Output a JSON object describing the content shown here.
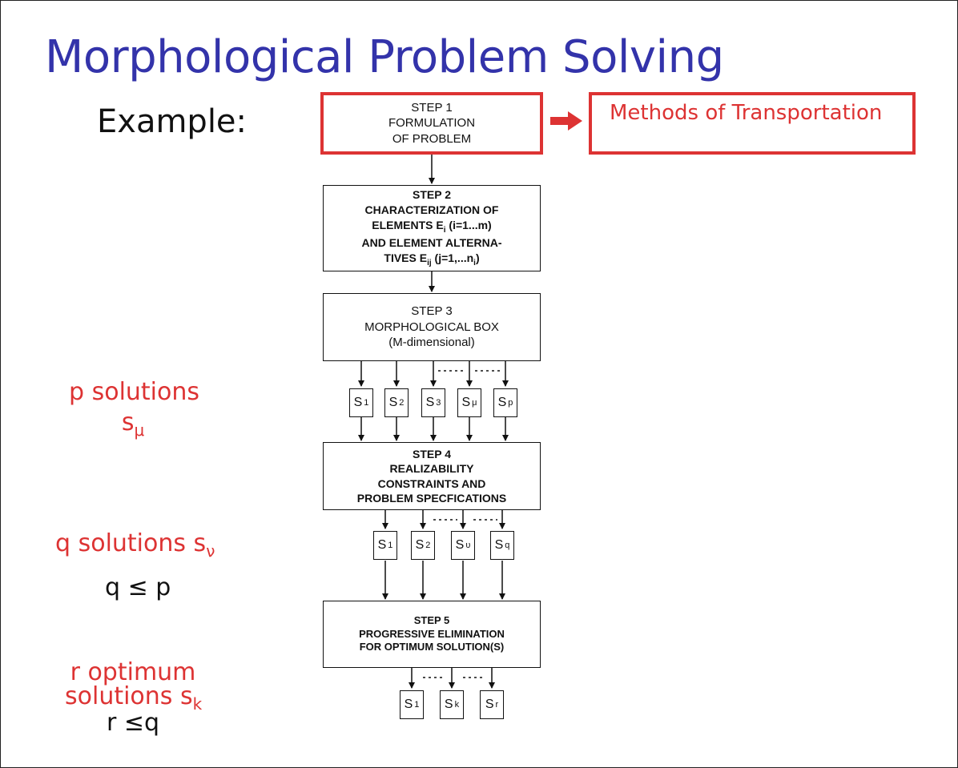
{
  "title": "Morphological Problem Solving",
  "example_label": "Example:",
  "methods_label": "Methods of Transportation",
  "colors": {
    "title": "#3333aa",
    "accent_red": "#dd3333",
    "line": "#111111"
  },
  "steps": {
    "step1": {
      "line1": "STEP 1",
      "line2": "FORMULATION",
      "line3": "OF PROBLEM"
    },
    "step2": {
      "line1": "STEP 2",
      "line2": "CHARACTERIZATION OF",
      "line3_main": "ELEMENTS E",
      "line3_sub": "i",
      "line3_rest": " (i=1...m)",
      "line4": "AND ELEMENT ALTERNA-",
      "line5_main": "TIVES E",
      "line5_sub": "ij",
      "line5_rest": " (j=1,...n",
      "line5_sub2": "i",
      "line5_end": ")"
    },
    "step3": {
      "line1": "STEP 3",
      "line2": "MORPHOLOGICAL BOX",
      "line3": "(M-dimensional)"
    },
    "step4": {
      "line1": "STEP 4",
      "line2": "REALIZABILITY",
      "line3": "CONSTRAINTS AND",
      "line4": "PROBLEM SPECFICATIONS"
    },
    "step5": {
      "line1": "STEP 5",
      "line2": "PROGRESSIVE ELIMINATION",
      "line3": "FOR OPTIMUM SOLUTION(S)"
    }
  },
  "solution_row1": [
    {
      "s": "S",
      "sub": "1"
    },
    {
      "s": "S",
      "sub": "2"
    },
    {
      "s": "S",
      "sub": "3"
    },
    {
      "s": "S",
      "sub": "μ"
    },
    {
      "s": "S",
      "sub": "p"
    }
  ],
  "solution_row2": [
    {
      "s": "S",
      "sub": "1"
    },
    {
      "s": "S",
      "sub": "2"
    },
    {
      "s": "S",
      "sub": "υ"
    },
    {
      "s": "S",
      "sub": "q"
    }
  ],
  "solution_row3": [
    {
      "s": "S",
      "sub": "1"
    },
    {
      "s": "S",
      "sub": "k"
    },
    {
      "s": "S",
      "sub": "r"
    }
  ],
  "side_labels": {
    "p_line1": "p solutions",
    "p_line2_main": "s",
    "p_line2_sub": "μ",
    "q_main": "q solutions s",
    "q_sub": "ν",
    "q_rel": "q ≤ p",
    "r_line1": "r optimum",
    "r_line2_main": "solutions s",
    "r_line2_sub": "k",
    "r_rel": "r ≤q"
  }
}
